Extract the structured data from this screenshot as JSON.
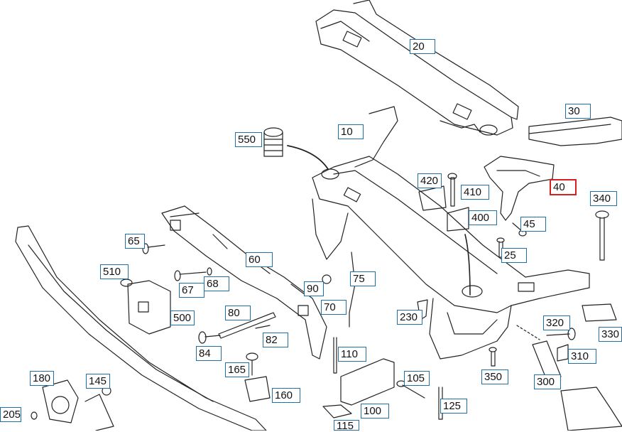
{
  "highlight_color": "#d42020",
  "callout_color": "#1f6fa8",
  "highlighted_part": "40",
  "callouts": {
    "c20": "20",
    "c30": "30",
    "c10": "10",
    "c550": "550",
    "c40": "40",
    "c420": "420",
    "c410": "410",
    "c400": "400",
    "c45": "45",
    "c340": "340",
    "c25": "25",
    "c65": "65",
    "c60": "60",
    "c510": "510",
    "c67": "67",
    "c68": "68",
    "c75": "75",
    "c90": "90",
    "c70": "70",
    "c80": "80",
    "c500": "500",
    "c230": "230",
    "c320": "320",
    "c330": "330",
    "c82": "82",
    "c84": "84",
    "c110": "110",
    "c310": "310",
    "c165": "165",
    "c350": "350",
    "c180": "180",
    "c145": "145",
    "c105": "105",
    "c300": "300",
    "c160": "160",
    "c125": "125",
    "c100": "100",
    "c205": "205",
    "c115": "115"
  }
}
